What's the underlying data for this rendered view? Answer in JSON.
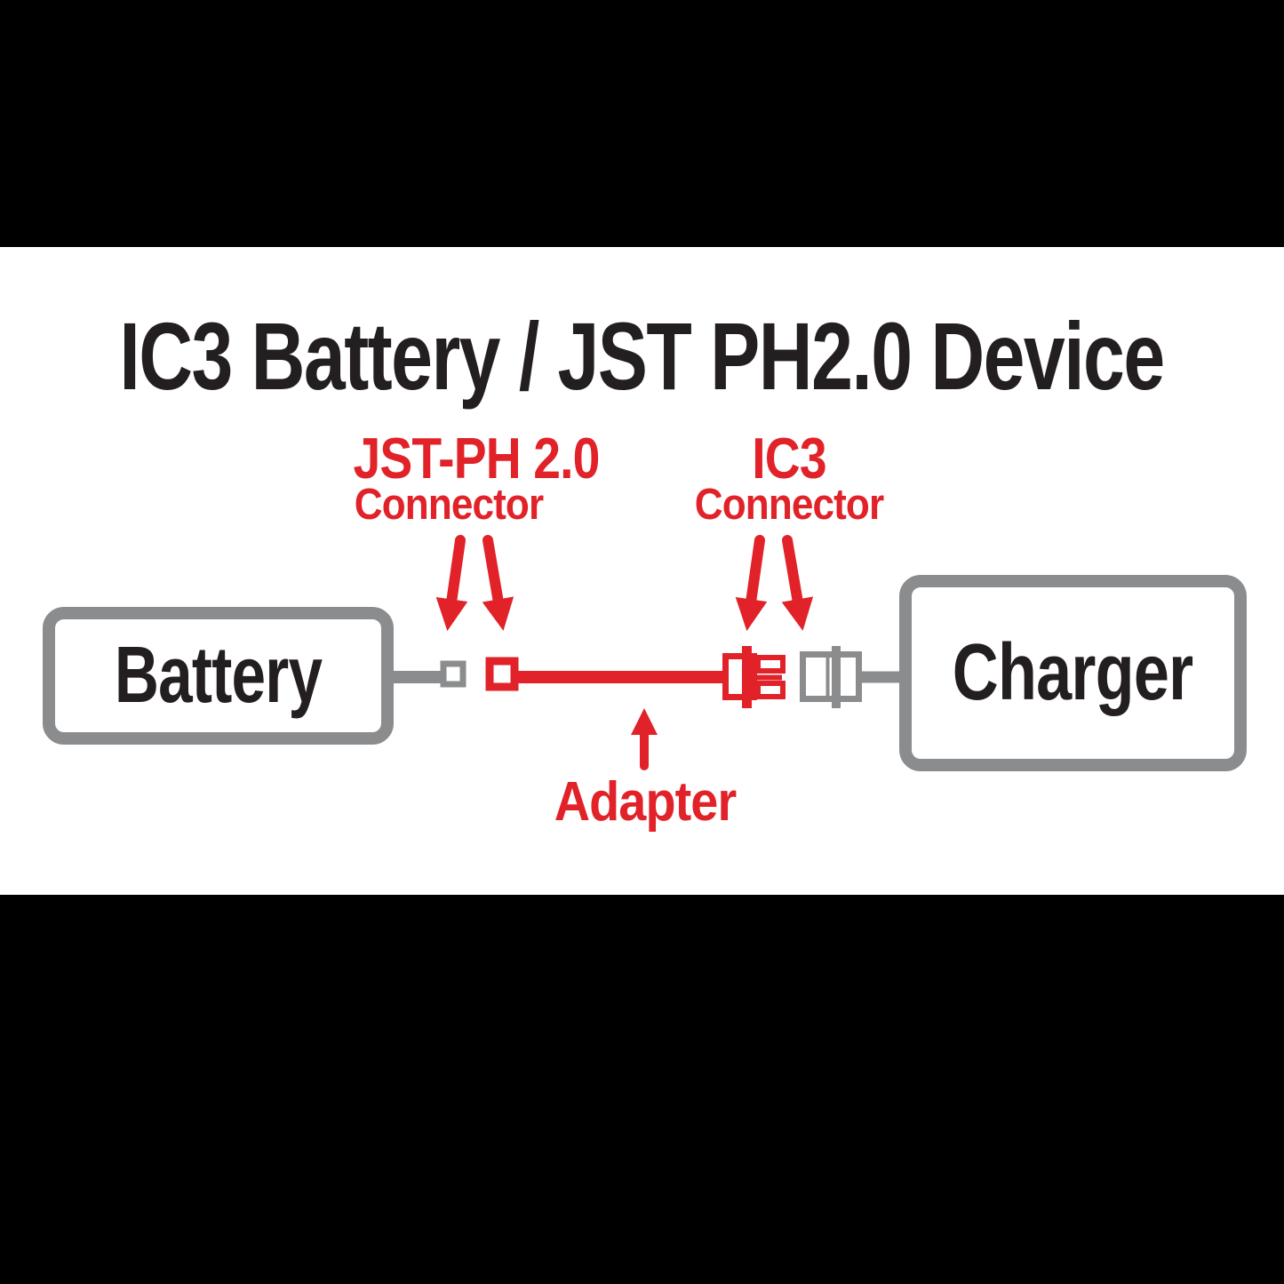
{
  "title": "IC3 Battery / JST PH2.0 Device",
  "labels": {
    "jst_line1": "JST-PH 2.0",
    "jst_line2": "Connector",
    "ic3_line1": "IC3",
    "ic3_line2": "Connector",
    "adapter": "Adapter"
  },
  "nodes": {
    "battery": "Battery",
    "charger": "Charger"
  },
  "icons": {
    "down_arrow": "red-down-arrow",
    "up_arrow": "red-up-arrow",
    "jst_ph_plug": "red-square-connector",
    "battery_socket": "gray-square-connector",
    "ic3_plug": "red-ic3-connector",
    "charger_socket": "gray-ic3-socket"
  },
  "colors": {
    "red": "#e12229",
    "gray": "#8b8c8e",
    "dark_text": "#231f20",
    "letterbox": "#000000",
    "canvas": "#ffffff"
  }
}
